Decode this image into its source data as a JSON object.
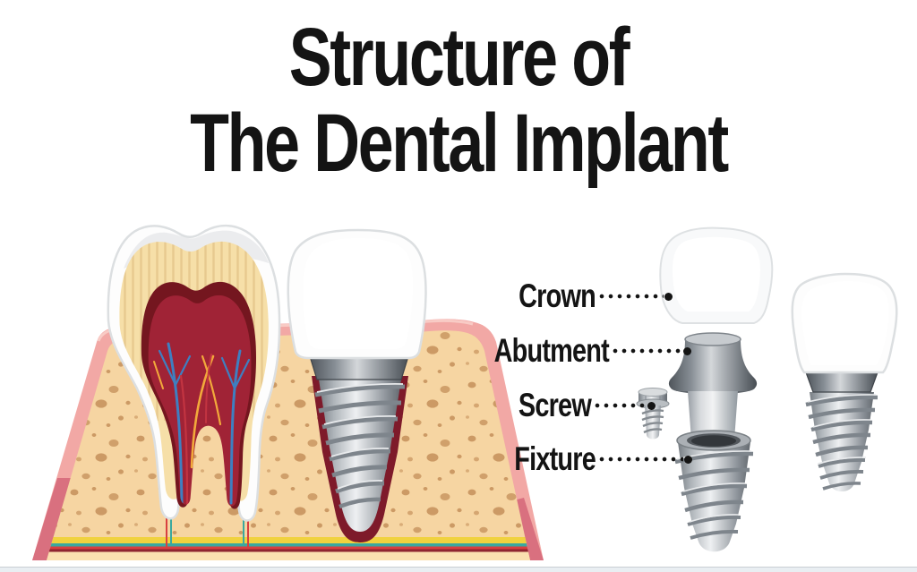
{
  "title": {
    "line1": "Structure of",
    "line2": "The Dental Implant"
  },
  "labels": [
    {
      "id": "crown",
      "text": "Crown"
    },
    {
      "id": "abutment",
      "text": "Abutment"
    },
    {
      "id": "screw",
      "text": "Screw"
    },
    {
      "id": "fixture",
      "text": "Fixture"
    }
  ],
  "illustration": {
    "left_scene": "cross-section of natural tooth and implanted tooth in jaw bone",
    "center_scene": "exploded view of dental implant parts",
    "right_scene": "assembled dental implant",
    "icons": [
      "tooth-cross-section",
      "implant-in-bone",
      "crown-part",
      "abutment-part",
      "screw-part",
      "fixture-part",
      "assembled-implant"
    ]
  },
  "palette": {
    "ink": "#141414",
    "bg": "#ffffff",
    "bone": "#F6D5A2",
    "bone_light": "#FAE0B0",
    "bone_speckle": "#C5905A",
    "gum": "#F2A8A5",
    "gum_dark": "#D9707F",
    "gum_highlight": "#F8CBC5",
    "enamel": "#FDFDFD",
    "enamel_shade": "#E7E9EB",
    "tooth_outline": "#DCDFE1",
    "dentin": "#F6DFA8",
    "dentin_stripe": "#DDBA7E",
    "pulp_outline": "#74161F",
    "pulp": "#A02336",
    "vessel_blue": "#3E7FC1",
    "vessel_yellow": "#F2A93B",
    "vessel_red": "#C23441",
    "socket": "#7E1A2A",
    "line_yellow": "#F0D23F",
    "line_teal": "#3AA8A0",
    "line_red": "#D84040",
    "line_maroon": "#8E2430",
    "footer_strip": "#E9EEF2",
    "footer_line": "#C9CED3"
  }
}
